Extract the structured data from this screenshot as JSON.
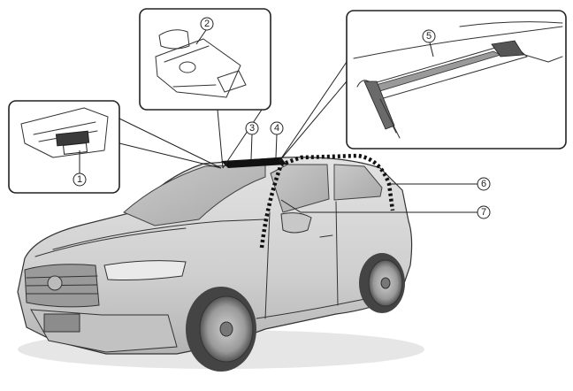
{
  "callouts": [
    {
      "id": "1",
      "label": "1"
    },
    {
      "id": "2",
      "label": "2"
    },
    {
      "id": "3",
      "label": "3"
    },
    {
      "id": "4",
      "label": "4"
    },
    {
      "id": "5",
      "label": "5"
    },
    {
      "id": "6",
      "label": "6"
    },
    {
      "id": "7",
      "label": "7"
    }
  ],
  "colors": {
    "line": "#222222",
    "car_body": "#d4d4d4",
    "car_shadow": "#8a8a8a",
    "glass": "#b9b9b9",
    "inset_bg": "#ffffff"
  }
}
